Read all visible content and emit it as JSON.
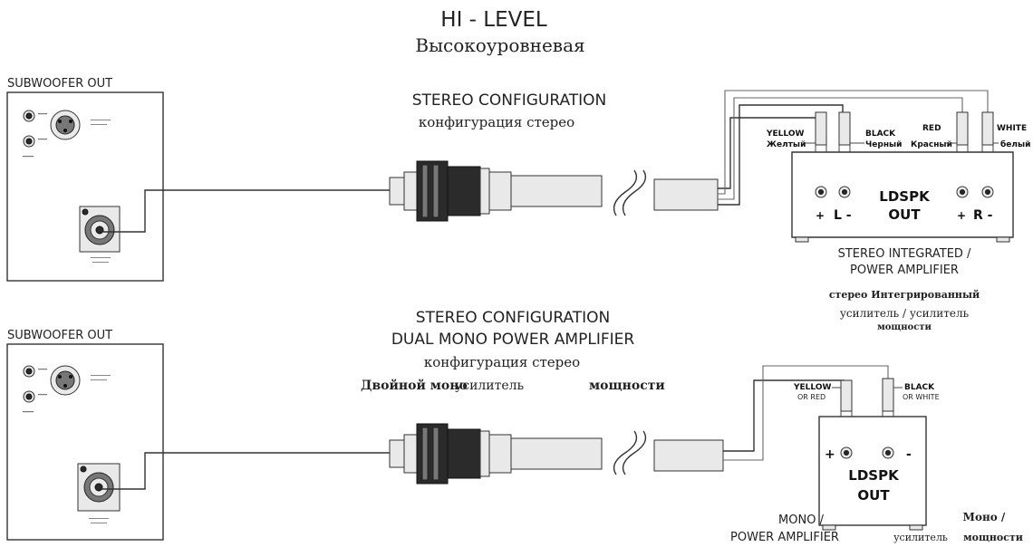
{
  "header": {
    "title": "HI - LEVEL",
    "subtitle": "Высокоуровневая"
  },
  "top": {
    "sub_label": "SUBWOOFER OUT",
    "config_en": "STEREO CONFIGURATION",
    "config_ru": "конфигурация стерео",
    "wires": {
      "yellow_en": "YELLOW",
      "yellow_ru": "Желтый",
      "black_en": "BLACK",
      "black_ru": "Черный",
      "red_en": "RED",
      "red_ru": "Красный",
      "white_en": "WHITE",
      "white_ru": "белый"
    },
    "amp": {
      "plus_l": "+",
      "l_minus": "L -",
      "plus_r": "+",
      "r_minus": "R -",
      "out_line1": "LDSPK",
      "out_line2": "OUT"
    },
    "amp_caption_en_1": "STEREO INTEGRATED /",
    "amp_caption_en_2": "POWER AMPLIFIER",
    "amp_caption_ru_1": "стерео Интегрированный",
    "amp_caption_ru_2": "усилитель / усилитель",
    "amp_caption_ru_3": "мощности"
  },
  "bottom": {
    "sub_label": "SUBWOOFER OUT",
    "config_en_1": "STEREO CONFIGURATION",
    "config_en_2": "DUAL MONO POWER AMPLIFIER",
    "config_ru_1": "конфигурация стерео",
    "config_ru_2a": "Двойной моно",
    "config_ru_2b": "усилитель",
    "config_ru_2c": "мощности",
    "wires": {
      "yellow_en": "YELLOW",
      "yellow_en_2": "OR RED",
      "black_en": "BLACK",
      "black_en_2": "OR WHITE"
    },
    "amp": {
      "plus": "+",
      "minus": "-",
      "out_line1": "LDSPK",
      "out_line2": "OUT"
    },
    "amp_caption_en_1": "MONO /",
    "amp_caption_en_2": "POWER AMPLIFIER",
    "amp_caption_ru_1": "Моно /",
    "amp_caption_ru_2": "усилитель",
    "amp_caption_ru_3": "мощности"
  }
}
